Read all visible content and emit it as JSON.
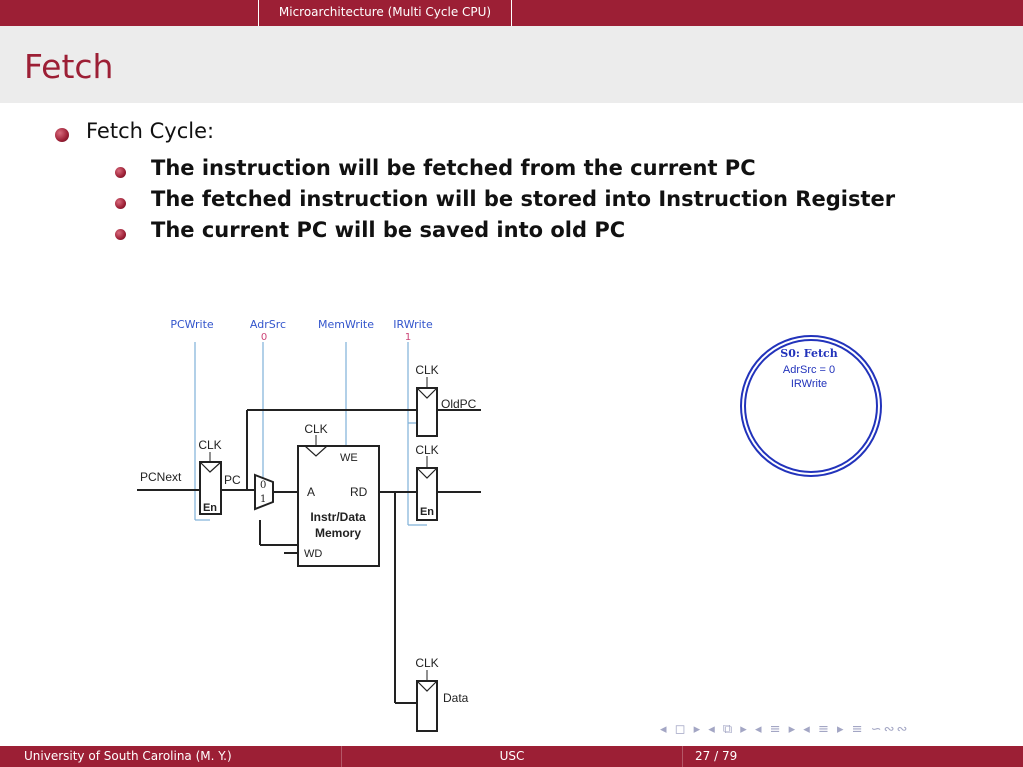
{
  "header": {
    "section": "Microarchitecture (Multi Cycle CPU)"
  },
  "frame": {
    "title": "Fetch"
  },
  "content": {
    "bullet": "Fetch Cycle:",
    "subbullets": [
      "The instruction will be fetched from the current PC",
      "The fetched instruction will be stored into Instruction Register",
      "The current PC will be saved into old PC"
    ]
  },
  "diagram": {
    "signals": {
      "pcwrite": "PCWrite",
      "adrsrc": "AdrSrc",
      "adrsrc_val": "0",
      "memwrite": "MemWrite",
      "irwrite": "IRWrite",
      "irwrite_val": "1"
    },
    "clk": "CLK",
    "pcnext": "PCNext",
    "pc": "PC",
    "en": "En",
    "mux0": "0",
    "mux1": "1",
    "oldpc": "OldPC",
    "data": "Data",
    "memory": {
      "we": "WE",
      "a": "A",
      "rd": "RD",
      "wd": "WD",
      "name_part1": "Instr/",
      "name_part2": "Data",
      "name_line2": "Memory"
    }
  },
  "fsm": {
    "state": "S0: Fetch",
    "line1": "AdrSrc = 0",
    "line2": "IRWrite"
  },
  "nav": {
    "symbols": "◂ ◻ ▸ ◂ ⧉ ▸ ◂ ≡ ▸ ◂ ≡ ▸  ≡  ∽∾∾"
  },
  "footer": {
    "author": "University of South Carolina  (M. Y.)",
    "institute": "USC",
    "page": "27 / 79"
  },
  "colors": {
    "brand": "#9c1f35",
    "wire": "#222222",
    "control": "#3355cc",
    "value": "#cc4477",
    "fsm": "#2233bb"
  }
}
